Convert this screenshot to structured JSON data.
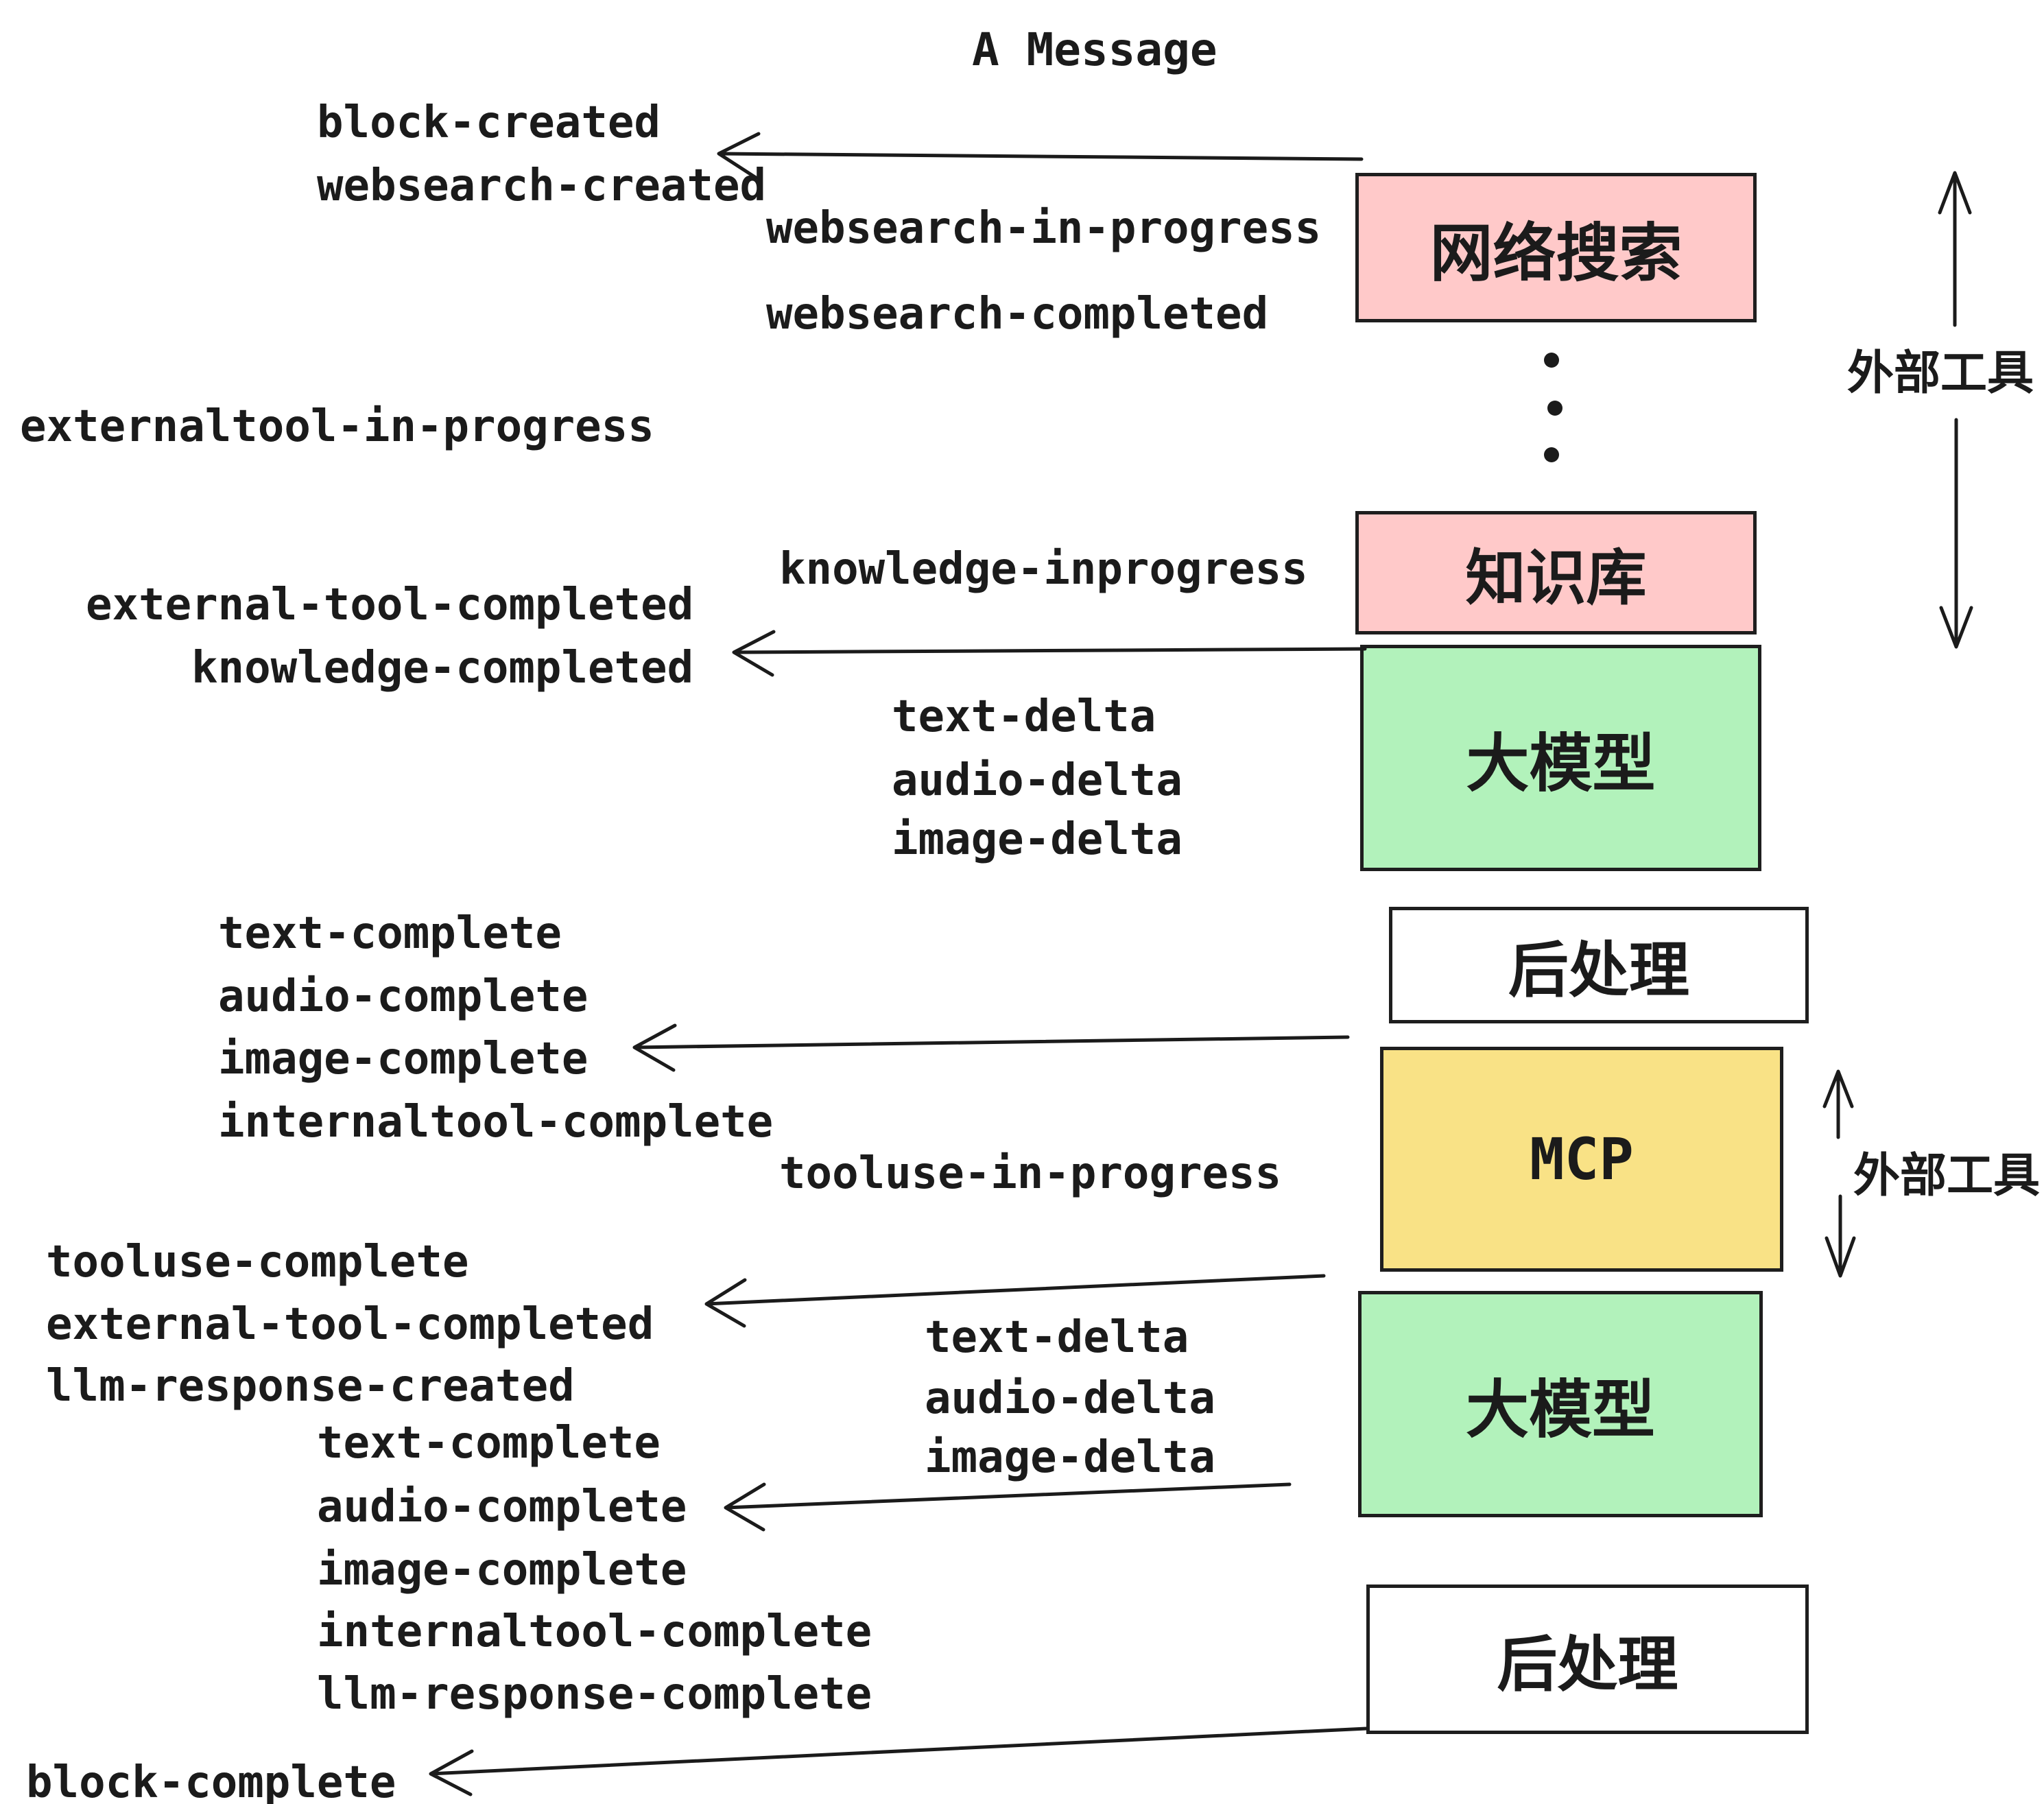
{
  "title": "A Message",
  "boxes": {
    "websearch": {
      "label": "网络搜索",
      "fill": "#FFC9C9"
    },
    "knowledge": {
      "label": "知识库",
      "fill": "#FFC9C9"
    },
    "llm1": {
      "label": "大模型",
      "fill": "#B2F2BB"
    },
    "post1": {
      "label": "后处理",
      "fill": "#FFFFFF"
    },
    "mcp": {
      "label": "MCP",
      "fill": "#F9E286"
    },
    "llm2": {
      "label": "大模型",
      "fill": "#B2F2BB"
    },
    "post2": {
      "label": "后处理",
      "fill": "#FFFFFF"
    }
  },
  "side_labels": {
    "external_tool_top": "外部工具",
    "external_tool_mid": "外部工具"
  },
  "events": {
    "block_created": "block-created",
    "websearch_created": "websearch-created",
    "websearch_in_progress": "websearch-in-progress",
    "websearch_completed": "websearch-completed",
    "externaltool_in_progress": "externaltool-in-progress",
    "knowledge_inprogress": "knowledge-inprogress",
    "external_tool_completed_1": "external-tool-completed",
    "knowledge_completed": "knowledge-completed",
    "text_delta_1": "text-delta",
    "audio_delta_1": "audio-delta",
    "image_delta_1": "image-delta",
    "text_complete_1": "text-complete",
    "audio_complete_1": "audio-complete",
    "image_complete_1": "image-complete",
    "internaltool_complete_1": "internaltool-complete",
    "tooluse_in_progress": "tooluse-in-progress",
    "tooluse_complete": "tooluse-complete",
    "external_tool_completed_2": "external-tool-completed",
    "llm_response_created": "llm-response-created",
    "text_delta_2": "text-delta",
    "audio_delta_2": "audio-delta",
    "image_delta_2": "image-delta",
    "text_complete_2": "text-complete",
    "audio_complete_2": "audio-complete",
    "image_complete_2": "image-complete",
    "internaltool_complete_2": "internaltool-complete",
    "llm_response_complete": "llm-response-complete",
    "block_complete": "block-complete"
  },
  "colors": {
    "pink": "#FFC9C9",
    "green": "#B2F2BB",
    "yellow": "#F9E286",
    "white": "#FFFFFF",
    "stroke": "#1E1E1E",
    "text": "#1B1B1B"
  }
}
